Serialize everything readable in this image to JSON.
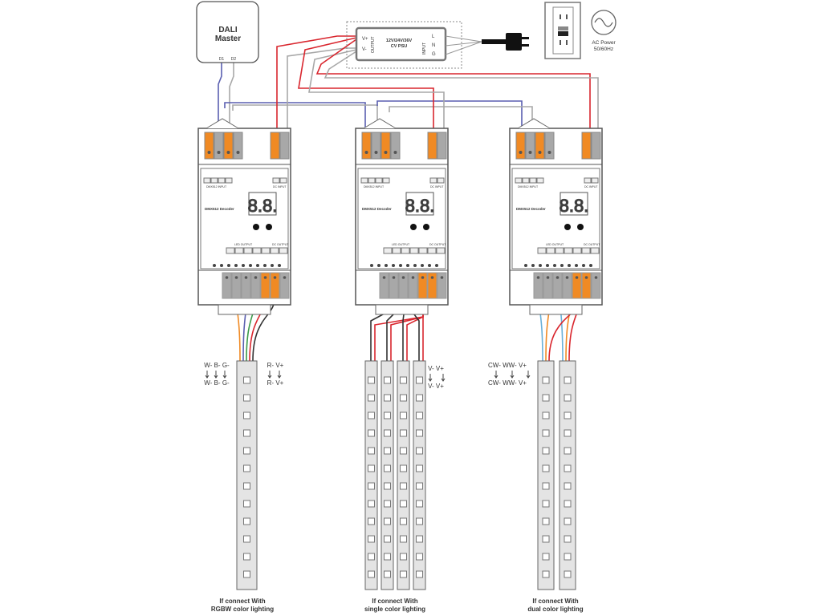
{
  "dali": {
    "title_line1": "DALI",
    "title_line2": "Master",
    "d1": "D1",
    "d2": "D2"
  },
  "psu": {
    "model_line1": "12V/24V/36V",
    "model_line2": "CV PSU",
    "output_label": "OUTPUT",
    "input_label": "INPUT",
    "vplus": "V+",
    "vminus": "V-",
    "l": "L",
    "n": "N",
    "g": "G"
  },
  "ac": {
    "line1": "AC Power",
    "line2": "50/60Hz",
    "icon": "sine-wave-icon"
  },
  "decoder": {
    "name": "DMX512 Decoder",
    "dali_input": "DMX512 INPUT",
    "dc_input": "DC INPUT",
    "led_output": "LED OUTPUT",
    "dc_output": "DC OUTPUT",
    "display": "8.8."
  },
  "groups": [
    {
      "caption_line1": "If connect With",
      "caption_line2": "RGBW color lighting",
      "left_top": "W- B- G-",
      "left_bottom": "W- B- G-",
      "right_top": "R- V+",
      "right_bottom": "R- V+"
    },
    {
      "caption_line1": "If connect With",
      "caption_line2": "single color lighting",
      "right_top": "V- V+",
      "right_bottom": "V- V+"
    },
    {
      "caption_line1": "If connect With",
      "caption_line2": "dual color lighting",
      "left_top": "CW-  WW-  V+",
      "left_bottom": "CW-  WW-  V+"
    }
  ],
  "colors": {
    "red": "#d9262e",
    "blue": "#5a5fb0",
    "orange": "#f08a24",
    "grey": "#a8a8a8",
    "green": "#3a9a4a"
  }
}
